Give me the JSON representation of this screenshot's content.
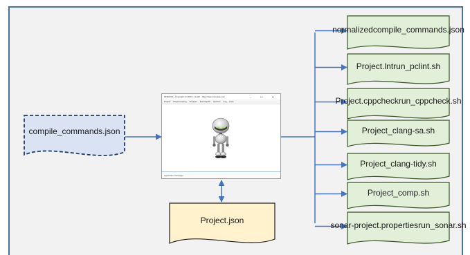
{
  "diagram": {
    "input_file": "compile_commands.json",
    "project_file": "Project.json",
    "app_window": {
      "title": "MISRASA - Copyright (C) 2019 - Hoadr - https://www.misrasa.com",
      "window_controls": "– ☐ ✕",
      "menu": [
        "Project",
        "Preprocessing",
        "Analysis",
        "SonarQube",
        "Options",
        "Log",
        "Help"
      ],
      "status_text": "Application Message",
      "mascot_icon": "robot-icon"
    },
    "outputs": [
      {
        "line1": "normalized",
        "line2": "compile_commands.json"
      },
      {
        "line1": "Project.lnt",
        "line2": "run_pclint.sh"
      },
      {
        "line1": "Project.cppcheck",
        "line2": "run_cppcheck.sh"
      },
      {
        "line1": "Project_clang-sa.sh"
      },
      {
        "line1": "Project_clang-tidy.sh"
      },
      {
        "line1": "Project_comp.sh"
      },
      {
        "line1": "sonar-project.properties",
        "line2": "run_sonar.sh"
      }
    ],
    "colors": {
      "frame_border": "#4b6ea8",
      "arrow": "#4472c4",
      "output_fill": "#e2efd9",
      "output_border": "#375623",
      "input_fill": "#dae3f3",
      "input_border": "#203864",
      "project_fill": "#fff2cc",
      "project_border": "#1f1f1f"
    }
  }
}
